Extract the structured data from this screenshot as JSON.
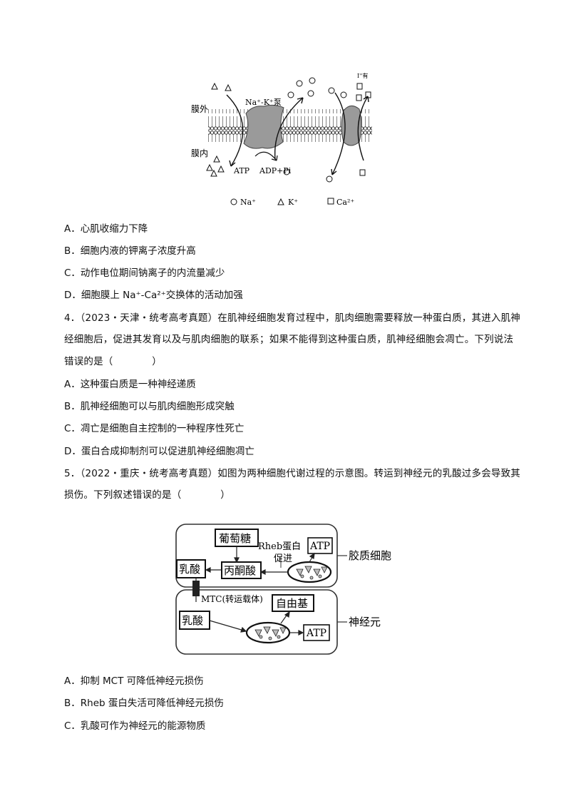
{
  "figure1": {
    "outside_label": "膜外",
    "inside_label": "膜内",
    "pump_label": "Na⁺-K⁺泵",
    "atp_label": "ATP",
    "adp_label": "ADP+Pi",
    "legend_na": "Na⁺",
    "legend_k": "K⁺",
    "legend_ca": "Ca²⁺",
    "corner_text": "I''有"
  },
  "q3_options": [
    "A．心肌收缩力下降",
    "B．细胞内液的钾离子浓度升高",
    "C．动作电位期间钠离子的内流量减少",
    "D．细胞膜上 Na⁺-Ca²⁺交换体的活动加强"
  ],
  "q4": {
    "stem_lines": [
      "4．（2023・天津・统考高考真题）在肌神经细胞发育过程中，肌肉细胞需要释放一种蛋白质，其进入肌神",
      "经细胞后，促进其发育以及与肌肉细胞的联系；如果不能得到这种蛋白质，肌神经细胞会凋亡。下列说法",
      "错误的是（　　　　）"
    ],
    "options": [
      "A．这种蛋白质是一种神经递质",
      "B．肌神经细胞可以与肌肉细胞形成突触",
      "C．凋亡是细胞自主控制的一种程序性死亡",
      "D．蛋白合成抑制剂可以促进肌神经细胞凋亡"
    ]
  },
  "q5": {
    "stem_lines": [
      "5．（2022・重庆・统考高考真题）如图为两种细胞代谢过程的示意图。转运到神经元的乳酸过多会导致其",
      "损伤。下列叙述错误的是（　　　　）"
    ],
    "options": [
      "A．抑制 MCT 可降低神经元损伤",
      "B．Rheb 蛋白失活可降低神经元损伤",
      "C．乳酸可作为神经元的能源物质"
    ]
  },
  "figure2": {
    "glucose": "葡萄糖",
    "rheb": "Rheb蛋白",
    "atp_top": "ATP",
    "promote": "促进",
    "lactate_top": "乳酸",
    "pyruvate": "丙酮酸",
    "glia": "胶质细胞",
    "mct": "MTC(转运载体)",
    "free_radical": "自由基",
    "lactate_bottom": "乳酸",
    "atp_bottom": "ATP",
    "neuron": "神经元"
  }
}
